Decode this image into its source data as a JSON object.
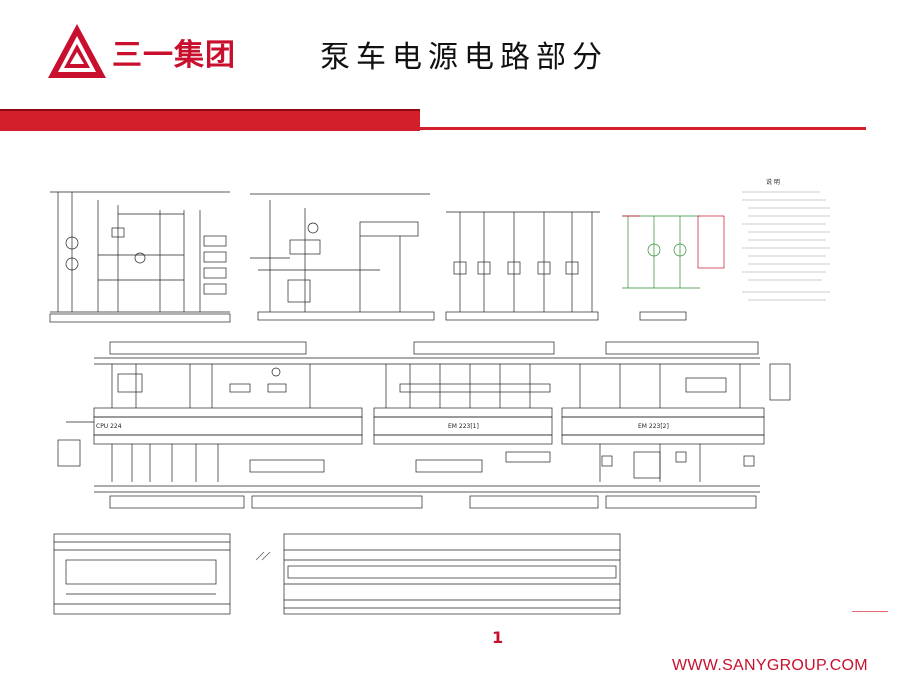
{
  "brand": {
    "name": "三一集团",
    "color": "#c8102e"
  },
  "title": "泵车电源电路部分",
  "footer": {
    "page_number": "1",
    "website": "WWW.SANYGROUP.COM"
  },
  "schematic": {
    "modules": [
      "CPU 224",
      "EM 223[1]",
      "EM 223[2]"
    ],
    "notes_title": "说 明"
  },
  "colors": {
    "accent": "#d21f2b",
    "line": "#222222",
    "green": "#2e8b2e"
  }
}
